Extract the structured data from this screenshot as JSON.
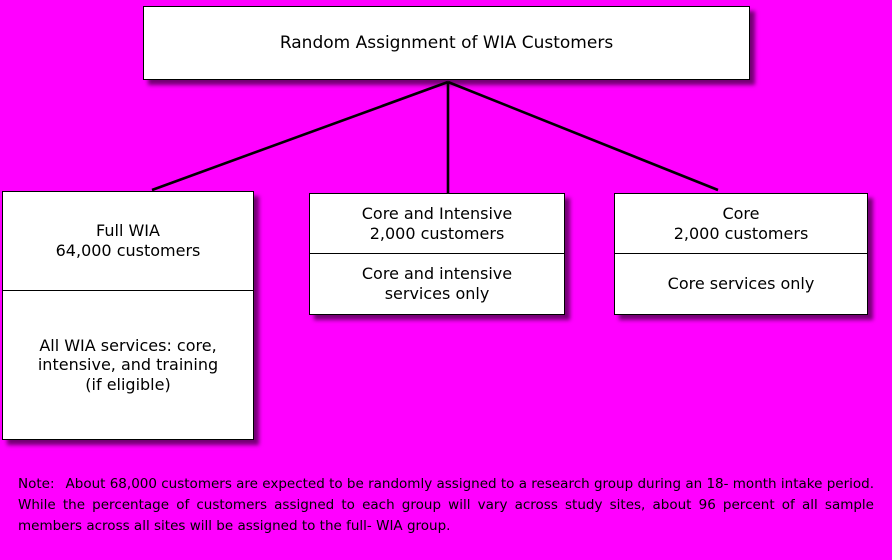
{
  "diagram": {
    "background_color": "#ff00ff",
    "text_color": "#000000",
    "box_fill": "#ffffff",
    "root": {
      "title": "Random Assignment of WIA Customers"
    },
    "branches": [
      {
        "name": "full-wia",
        "header": "Full WIA\n64,000 customers",
        "group_label": "Full WIA",
        "customers": "64,000 customers",
        "services": "All WIA services:  core,\nintensive, and training\n(if eligible)"
      },
      {
        "name": "core-and-intensive",
        "header": "Core and Intensive\n2,000 customers",
        "group_label": "Core and Intensive",
        "customers": "2,000 customers",
        "services": "Core and intensive\nservices only"
      },
      {
        "name": "core",
        "header": "Core\n2,000 customers",
        "group_label": "Core",
        "customers": "2,000 customers",
        "services": "Core services only"
      }
    ],
    "note": {
      "label": "Note:",
      "text": "About 68,000 customers are expected to be randomly assigned to a research group during an 18- month intake period. While the percentage of customers assigned to each group will vary across study sites, about 96 percent of all sample members across all sites will be assigned to the full- WIA group."
    }
  }
}
